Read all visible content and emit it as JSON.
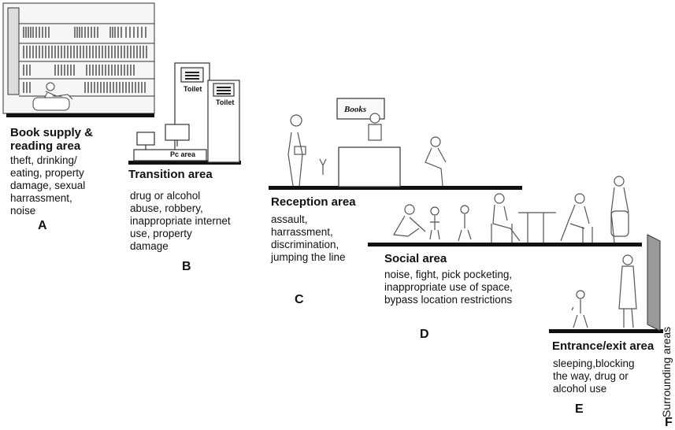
{
  "zones": [
    {
      "id": "A",
      "title": "Book supply & reading area",
      "title_lines": [
        "Book supply &",
        "reading area"
      ],
      "issues_lines": [
        "theft, drinking/",
        "eating, property",
        "damage, sexual",
        "harrassment,",
        "noise"
      ],
      "letter": "A"
    },
    {
      "id": "B",
      "title": "Transition area",
      "issues_lines": [
        "drug or alcohol",
        "abuse, robbery,",
        "inappropriate internet",
        "use, property",
        "damage"
      ],
      "letter": "B",
      "labels": {
        "toilet1": "Toilet",
        "toilet2": "Toilet",
        "pc": "Pc area"
      }
    },
    {
      "id": "C",
      "title": "Reception area",
      "issues_lines": [
        "assault,",
        "harrassment,",
        "discrimination,",
        "jumping the line"
      ],
      "letter": "C",
      "labels": {
        "banner": "Books"
      }
    },
    {
      "id": "D",
      "title": "Social area",
      "issues_lines": [
        "noise, fight, pick pocketing,",
        "inappropriate use of space,",
        "bypass location restrictions"
      ],
      "letter": "D"
    },
    {
      "id": "E",
      "title": "Entrance/exit area",
      "issues_lines": [
        "sleeping,blocking",
        "the way, drug or",
        "alcohol use"
      ],
      "letter": "E"
    },
    {
      "id": "F",
      "title": "Surrounding areas",
      "letter": "F"
    }
  ],
  "colors": {
    "line": "#111111",
    "figure": "#555555",
    "wall": "#9a9a9a"
  }
}
